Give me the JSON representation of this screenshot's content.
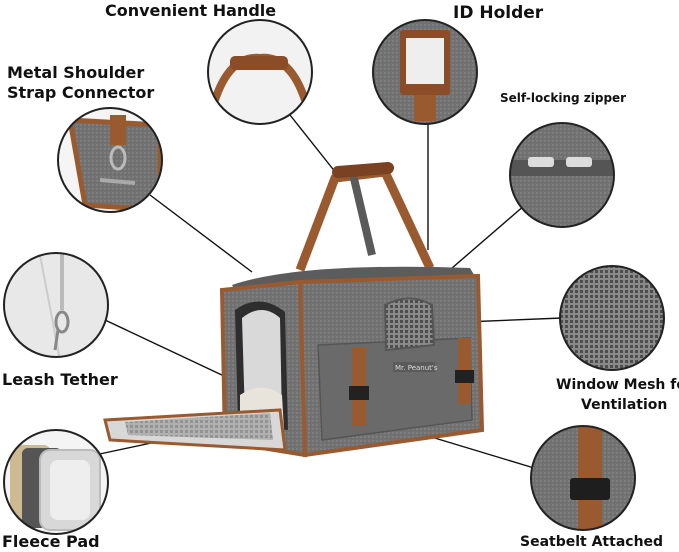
{
  "labels": {
    "handle": "Convenient Handle",
    "id_holder": "ID Holder",
    "strap_line1": "Metal Shoulder",
    "strap_line2": "Strap Connector",
    "zipper": "Self-locking zipper",
    "leash": "Leash Tether",
    "mesh_line1": "Window Mesh for",
    "mesh_line2": "Ventilation",
    "fleece": "Fleece Pad",
    "seatbelt": "Seatbelt Attached"
  },
  "brand_tag": "Mr. Peanut's",
  "colors": {
    "gray_fabric": "#6f6f6f",
    "dark_gray": "#4a4a4a",
    "leather": "#9a5a30",
    "leather_dark": "#7a4222",
    "mesh": "#5a5a5a",
    "lining": "#d9d9d9"
  }
}
